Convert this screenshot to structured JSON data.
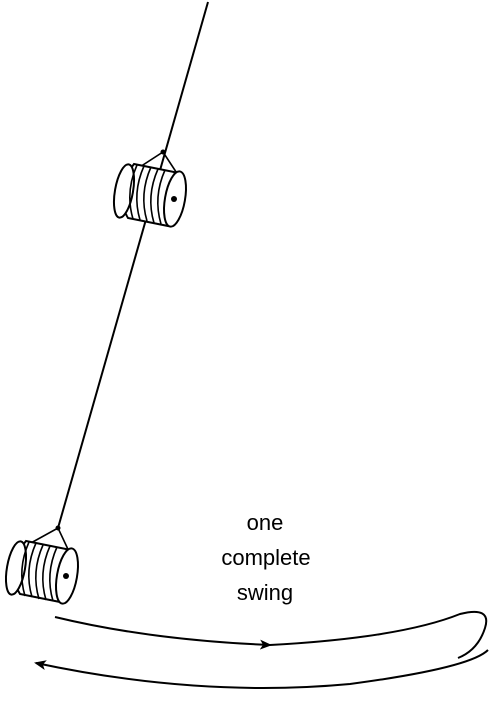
{
  "diagram": {
    "label": {
      "line1": "one",
      "line2": "complete",
      "line3": "swing"
    },
    "colors": {
      "stroke": "#000000",
      "background": "#ffffff"
    },
    "elements": {
      "string": "pendulum-string",
      "upper_bob": "spool-weight",
      "lower_bob": "spool-weight",
      "swing_path": "loop-arrow"
    }
  }
}
